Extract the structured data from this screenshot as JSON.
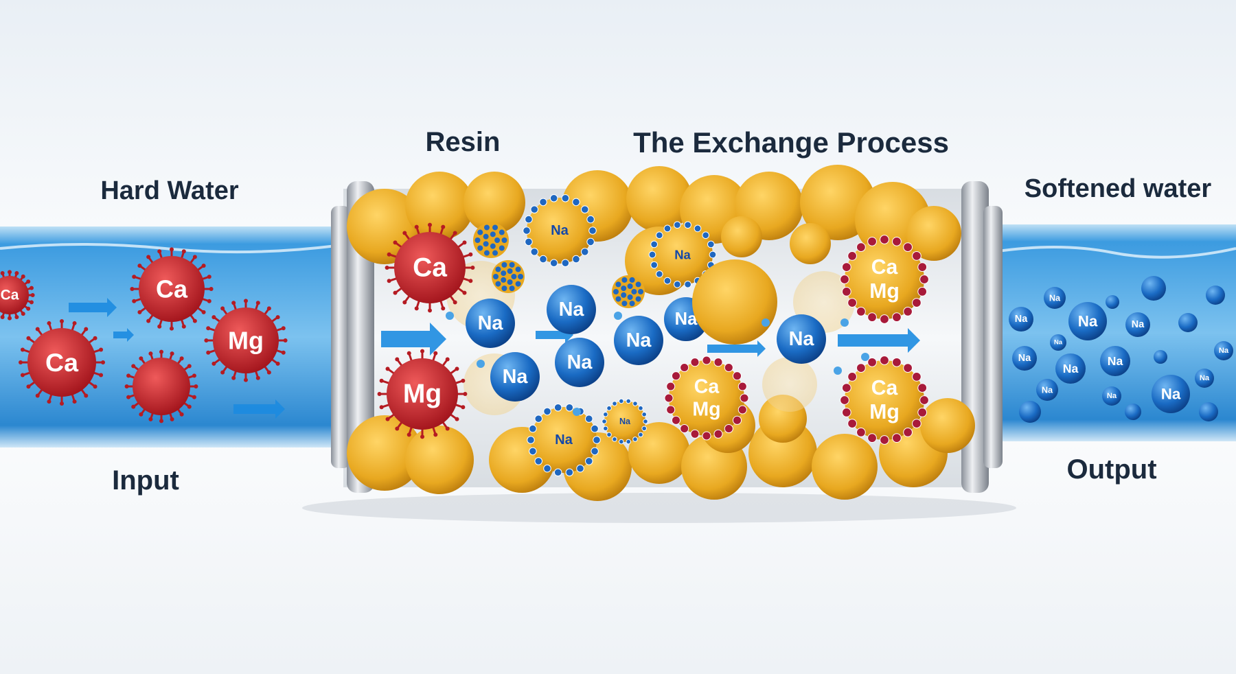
{
  "labels": {
    "hard_water": "Hard Water",
    "resin": "Resin",
    "exchange_process": "The Exchange Process",
    "softened_water": "Softened water",
    "input": "Input",
    "output": "Output"
  },
  "ions": {
    "calcium": "Ca",
    "magnesium": "Mg",
    "sodium": "Na"
  },
  "colors": {
    "hardness_ion": "#c8222a",
    "sodium_ion": "#1a6bc4",
    "resin_bead": "#e8a820",
    "water": "#3d9ad8",
    "title_text": "#1b2a3d"
  }
}
